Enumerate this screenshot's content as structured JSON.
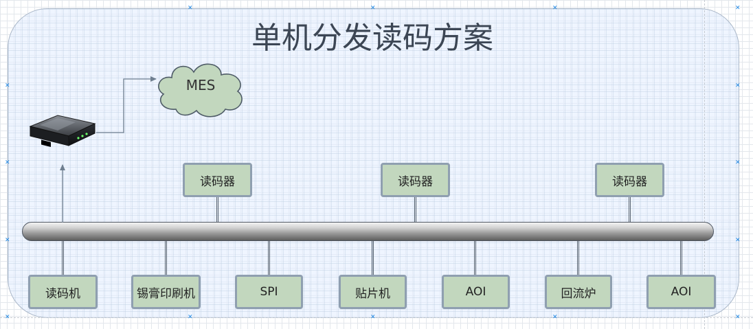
{
  "diagram": {
    "title": "单机分发读码方案",
    "cloud_label": "MES",
    "device_icon": "router-icon",
    "top_nodes": [
      "读码器",
      "读码器",
      "读码器"
    ],
    "bottom_nodes": [
      "读码机",
      "锡膏印刷机",
      "SPI",
      "贴片机",
      "AOI",
      "回流炉",
      "AOI"
    ]
  },
  "colors": {
    "node_fill": "#c2d7be",
    "node_border": "#8f9fb0",
    "panel_fill": "#e5efff",
    "title_text": "#3c4654",
    "connector": "#6f7f90"
  }
}
